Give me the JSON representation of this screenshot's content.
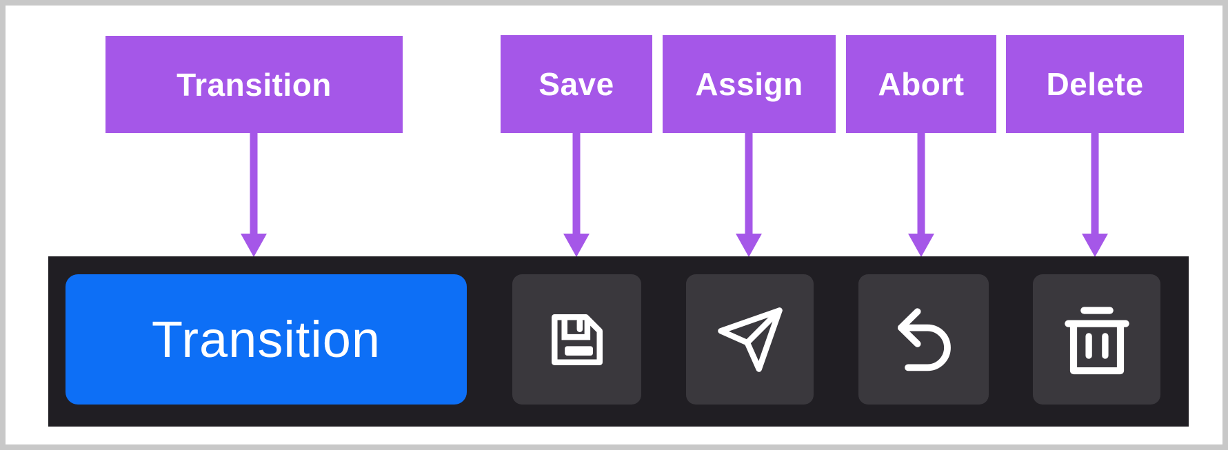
{
  "callouts": {
    "labels": [
      "Transition",
      "Save",
      "Assign",
      "Abort",
      "Delete"
    ]
  },
  "toolbar": {
    "transition_label": "Transition",
    "buttons": [
      {
        "label": "Save",
        "icon": "floppy-disk-icon"
      },
      {
        "label": "Assign",
        "icon": "paper-plane-icon"
      },
      {
        "label": "Abort",
        "icon": "undo-arrow-icon"
      },
      {
        "label": "Delete",
        "icon": "trash-can-icon"
      }
    ]
  },
  "colors": {
    "callout_purple": "#A557E8",
    "primary_blue": "#0D6FF6",
    "toolbar_bg": "#201E23",
    "icon_button_bg": "#3A383D",
    "frame_border": "#C8C8C8",
    "text": "#FFFFFF"
  }
}
